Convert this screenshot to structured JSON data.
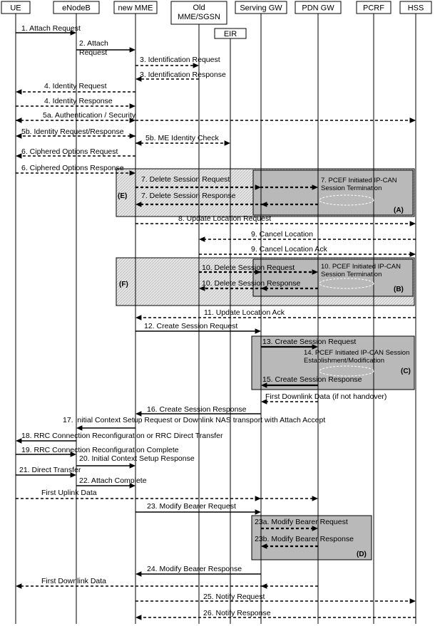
{
  "nodes": [
    {
      "id": "ue",
      "label": [
        "UE"
      ]
    },
    {
      "id": "enb",
      "label": [
        "eNodeB"
      ]
    },
    {
      "id": "mme",
      "label": [
        "new MME"
      ]
    },
    {
      "id": "old",
      "label": [
        "Old",
        "MME/SGSN"
      ]
    },
    {
      "id": "eir",
      "label": [
        "EIR"
      ]
    },
    {
      "id": "sgw",
      "label": [
        "Serving GW"
      ]
    },
    {
      "id": "pgw",
      "label": [
        "PDN GW"
      ]
    },
    {
      "id": "pcrf",
      "label": [
        "PCRF"
      ]
    },
    {
      "id": "hss",
      "label": [
        "HSS"
      ]
    }
  ],
  "regions": [
    {
      "id": "E",
      "label": "(E)"
    },
    {
      "id": "A",
      "label": "(A)"
    },
    {
      "id": "F",
      "label": "(F)"
    },
    {
      "id": "B",
      "label": "(B)"
    },
    {
      "id": "C",
      "label": "(C)"
    },
    {
      "id": "D",
      "label": "(D)"
    }
  ],
  "processes": [
    {
      "id": "p7",
      "lines": [
        "7. PCEF Initiated IP-CAN",
        "Session Termination"
      ]
    },
    {
      "id": "p10",
      "lines": [
        "10. PCEF Initiated IP-CAN",
        "Session Termination"
      ]
    },
    {
      "id": "p14",
      "lines": [
        "14. PCEF Initiated IP-CAN Session",
        "Establishment/Modification"
      ]
    }
  ],
  "messages": [
    {
      "id": "m1",
      "lines": [
        "1. Attach Request"
      ]
    },
    {
      "id": "m2",
      "lines": [
        "2. Attach",
        "Request"
      ]
    },
    {
      "id": "m3a",
      "lines": [
        "3. Identification Request"
      ]
    },
    {
      "id": "m3b",
      "lines": [
        "3. Identification Response"
      ]
    },
    {
      "id": "m4a",
      "lines": [
        "4. Identity Request"
      ]
    },
    {
      "id": "m4b",
      "lines": [
        "4. Identity Response"
      ]
    },
    {
      "id": "m5a",
      "lines": [
        "5a. Authentication / Security"
      ]
    },
    {
      "id": "m5b1",
      "lines": [
        "5b. Identity Request/Response"
      ]
    },
    {
      "id": "m5b2",
      "lines": [
        "5b. ME Identity Check"
      ]
    },
    {
      "id": "m6a",
      "lines": [
        "6. Ciphered Options Request"
      ]
    },
    {
      "id": "m6b",
      "lines": [
        "6. Ciphered Options Response"
      ]
    },
    {
      "id": "m7a",
      "lines": [
        "7. Delete Session Request"
      ]
    },
    {
      "id": "m7b",
      "lines": [
        "7. Delete Session Response"
      ]
    },
    {
      "id": "m8",
      "lines": [
        "8. Update Location Request"
      ]
    },
    {
      "id": "m9a",
      "lines": [
        "9. Cancel Location"
      ]
    },
    {
      "id": "m9b",
      "lines": [
        "9. Cancel Location Ack"
      ]
    },
    {
      "id": "m10a",
      "lines": [
        "10. Delete Session Request"
      ]
    },
    {
      "id": "m10b",
      "lines": [
        "10. Delete Session Response"
      ]
    },
    {
      "id": "m11",
      "lines": [
        "11. Update Location Ack"
      ]
    },
    {
      "id": "m12",
      "lines": [
        "12. Create Session Request"
      ]
    },
    {
      "id": "m13",
      "lines": [
        "13. Create Session Request"
      ]
    },
    {
      "id": "m15",
      "lines": [
        "15. Create Session Response"
      ]
    },
    {
      "id": "mfdl1",
      "lines": [
        "First Downlink Data (if not handover)"
      ]
    },
    {
      "id": "m16",
      "lines": [
        "16. Create Session Response"
      ]
    },
    {
      "id": "m17",
      "lines": [
        "17. Initial Context Setup Request or Downlink NAS transport with Attach Accept"
      ]
    },
    {
      "id": "m18",
      "lines": [
        "18. RRC Connection Reconfiguration or RRC Direct Transfer"
      ]
    },
    {
      "id": "m19",
      "lines": [
        "19. RRC Connection Reconfiguration Complete"
      ]
    },
    {
      "id": "m20",
      "lines": [
        "20. Initial Context Setup Response"
      ]
    },
    {
      "id": "m21",
      "lines": [
        "21. Direct Transfer"
      ]
    },
    {
      "id": "m22",
      "lines": [
        "22. Attach Complete"
      ]
    },
    {
      "id": "mful",
      "lines": [
        "First Uplink Data"
      ]
    },
    {
      "id": "m23",
      "lines": [
        "23. Modify Bearer Request"
      ]
    },
    {
      "id": "m23a",
      "lines": [
        "23a. Modify Bearer Request"
      ]
    },
    {
      "id": "m23b",
      "lines": [
        "23b. Modify Bearer Response"
      ]
    },
    {
      "id": "m24",
      "lines": [
        "24. Modify Bearer Response"
      ]
    },
    {
      "id": "mfdl2",
      "lines": [
        "First Downlink Data"
      ]
    },
    {
      "id": "m25",
      "lines": [
        "25. Notify Request"
      ]
    },
    {
      "id": "m26",
      "lines": [
        "26. Notify Response"
      ]
    }
  ]
}
